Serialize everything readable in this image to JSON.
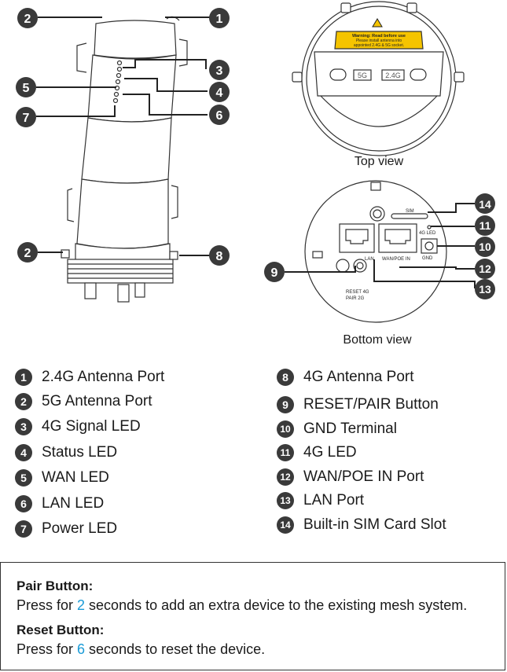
{
  "views": {
    "top": "Top view",
    "bottom": "Bottom view"
  },
  "callouts": [
    "1",
    "2",
    "3",
    "4",
    "5",
    "6",
    "7",
    "8",
    "9",
    "10",
    "11",
    "12",
    "13",
    "14"
  ],
  "top_view": {
    "warning_title": "Warning:  Read before use",
    "warning_line1": "Please install antenna into",
    "warning_line2": "appointed 2.4G & 5G socket.",
    "port_5g": "5G",
    "port_24g": "2.4G"
  },
  "bottom_view": {
    "sim": "SIM",
    "led_4g": "4G LED",
    "gnd": "GND",
    "lan": "LAN",
    "wan": "WAN/POE IN",
    "reset_l1": "RESET  4G",
    "reset_l2": "PAIR    2G"
  },
  "legend": [
    {
      "num": "1",
      "label": "2.4G Antenna Port"
    },
    {
      "num": "2",
      "label": "5G Antenna Port"
    },
    {
      "num": "3",
      "label": "4G Signal LED"
    },
    {
      "num": "4",
      "label": "Status LED"
    },
    {
      "num": "5",
      "label": "WAN LED"
    },
    {
      "num": "6",
      "label": "LAN LED"
    },
    {
      "num": "7",
      "label": "Power LED"
    },
    {
      "num": "8",
      "label": "4G Antenna Port"
    },
    {
      "num": "9",
      "label": "RESET/PAIR Button"
    },
    {
      "num": "10",
      "label": "GND Terminal"
    },
    {
      "num": "11",
      "label": "4G LED"
    },
    {
      "num": "12",
      "label": "WAN/POE IN Port"
    },
    {
      "num": "13",
      "label": "LAN Port"
    },
    {
      "num": "14",
      "label": "Built-in SIM Card Slot"
    }
  ],
  "notes": {
    "pair_title": "Pair Button:",
    "pair_pre": "Press for ",
    "pair_num": "2",
    "pair_post": " seconds to add an extra device to the existing mesh system.",
    "reset_title": "Reset Button:",
    "reset_pre": "Press for ",
    "reset_num": "6",
    "reset_post": " seconds to reset the device."
  },
  "colors": {
    "callout": "#3a3a3a",
    "warning": "#f5c400",
    "highlight": "#1a9bd7"
  }
}
